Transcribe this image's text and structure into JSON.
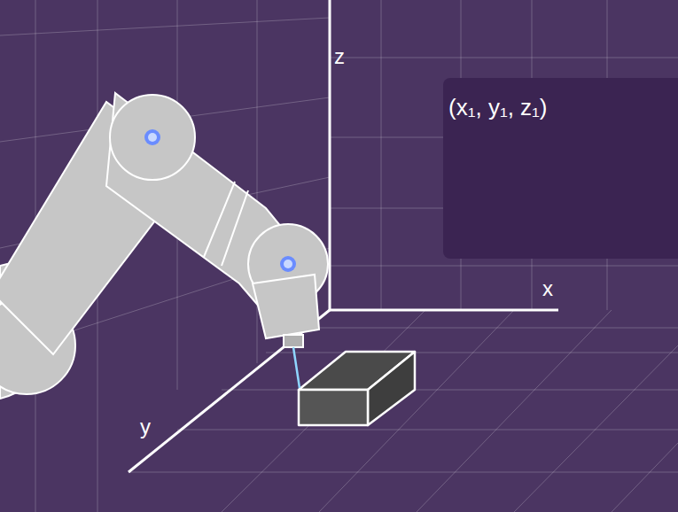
{
  "diagram": {
    "nodes": [
      {
        "text": [
          "(x₁, y₁, z₁)"
        ]
      }
    ],
    "labels": [
      "z",
      "x",
      "y"
    ]
  }
}
